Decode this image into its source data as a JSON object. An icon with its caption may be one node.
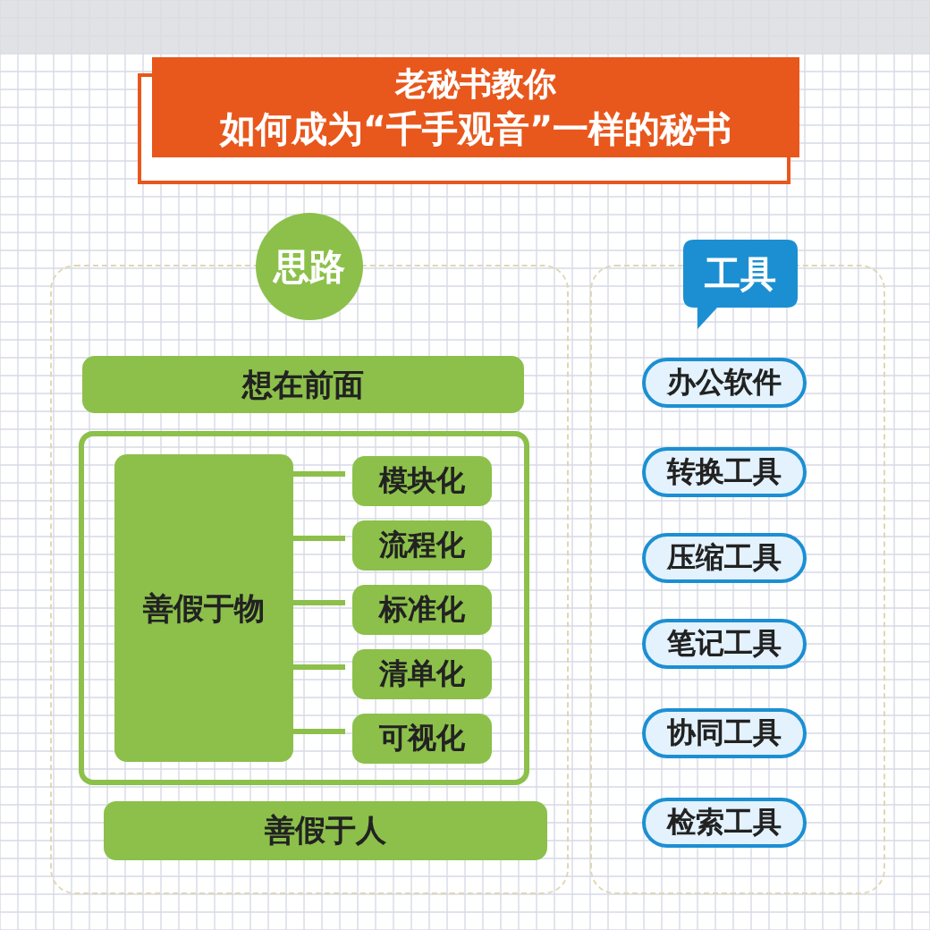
{
  "diagram": {
    "nodes": [
      {
        "text": [
          "老秘书教你",
          "如何成为“千手观音”一样的秘书"
        ]
      },
      {
        "text": [
          "思路"
        ]
      },
      {
        "text": [
          "工具"
        ]
      },
      {
        "text": [
          "想在前面"
        ],
        "in": 1
      },
      {
        "text": [],
        "shape": "box",
        "in": 1
      },
      {
        "text": [
          "善假于物"
        ],
        "in": 4
      },
      {
        "text": [
          "模块化"
        ],
        "in": 4
      },
      {
        "text": [
          "流程化"
        ],
        "in": 4
      },
      {
        "text": [
          "标准化"
        ],
        "in": 4
      },
      {
        "text": [
          "清单化"
        ],
        "in": 4
      },
      {
        "text": [
          "可视化"
        ],
        "in": 4
      },
      {
        "text": [
          "善假于人"
        ],
        "in": 1
      },
      {
        "text": [
          "办公软件"
        ],
        "in": 2
      },
      {
        "text": [
          "转换工具"
        ],
        "in": 2
      },
      {
        "text": [
          "压缩工具"
        ],
        "in": 2
      },
      {
        "text": [
          "笔记工具"
        ],
        "in": 2
      },
      {
        "text": [
          "协同工具"
        ],
        "in": 2
      },
      {
        "text": [
          "检索工具"
        ],
        "in": 2
      }
    ],
    "edges": [
      {
        "from": 5,
        "to": 6,
        "arrow": "none"
      },
      {
        "from": 5,
        "to": 7,
        "arrow": "none"
      },
      {
        "from": 5,
        "to": 8,
        "arrow": "none"
      },
      {
        "from": 5,
        "to": 9,
        "arrow": "none"
      },
      {
        "from": 5,
        "to": 10,
        "arrow": "none"
      }
    ]
  }
}
